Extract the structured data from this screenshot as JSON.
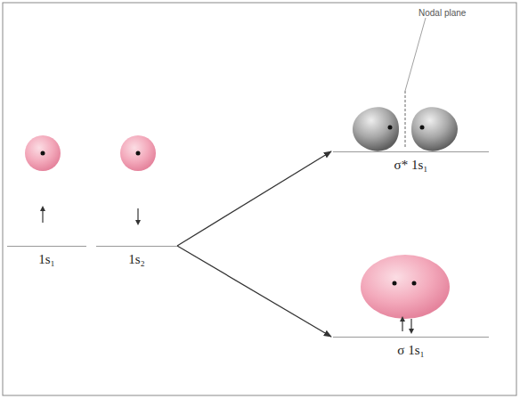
{
  "diagram": {
    "nodes": [
      {
        "text": [
          "1s₁"
        ]
      },
      {
        "text": [
          "1s₂"
        ]
      },
      {
        "text": [
          "σ* 1s₁"
        ]
      },
      {
        "text": [
          "σ 1s₁"
        ]
      }
    ],
    "edges": [
      {
        "from": 1,
        "to": 2,
        "arrow": "to"
      },
      {
        "from": 1,
        "to": 3,
        "arrow": "to"
      }
    ],
    "labels": [
      "Nodal plane"
    ]
  }
}
